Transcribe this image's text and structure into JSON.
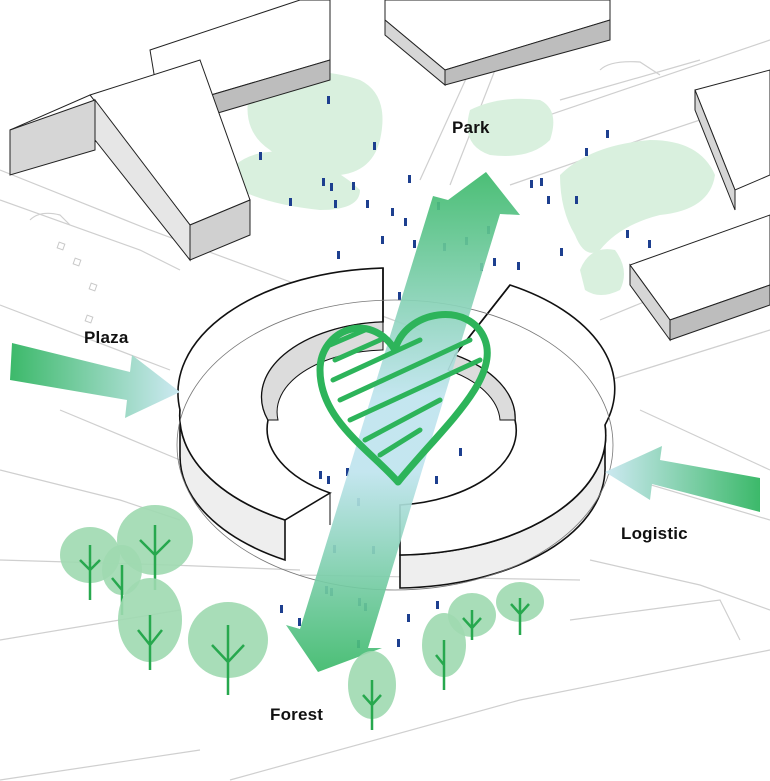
{
  "labels": {
    "park": "Park",
    "plaza": "Plaza",
    "logistic": "Logistic",
    "forest": "Forest"
  },
  "colors": {
    "accent_green": "#2db45a",
    "arrow_green": "#3cb96a",
    "arrow_light": "#cde9f2",
    "tree_fill": "#9fd9b0",
    "tree_stroke": "#27a84e",
    "park_patch": "#d9f0de",
    "building_top": "#ffffff",
    "building_side": "#d6d6d6",
    "building_dark": "#bdbdbd",
    "line_grey": "#c9c9c9",
    "people": "#1d3f8f"
  }
}
